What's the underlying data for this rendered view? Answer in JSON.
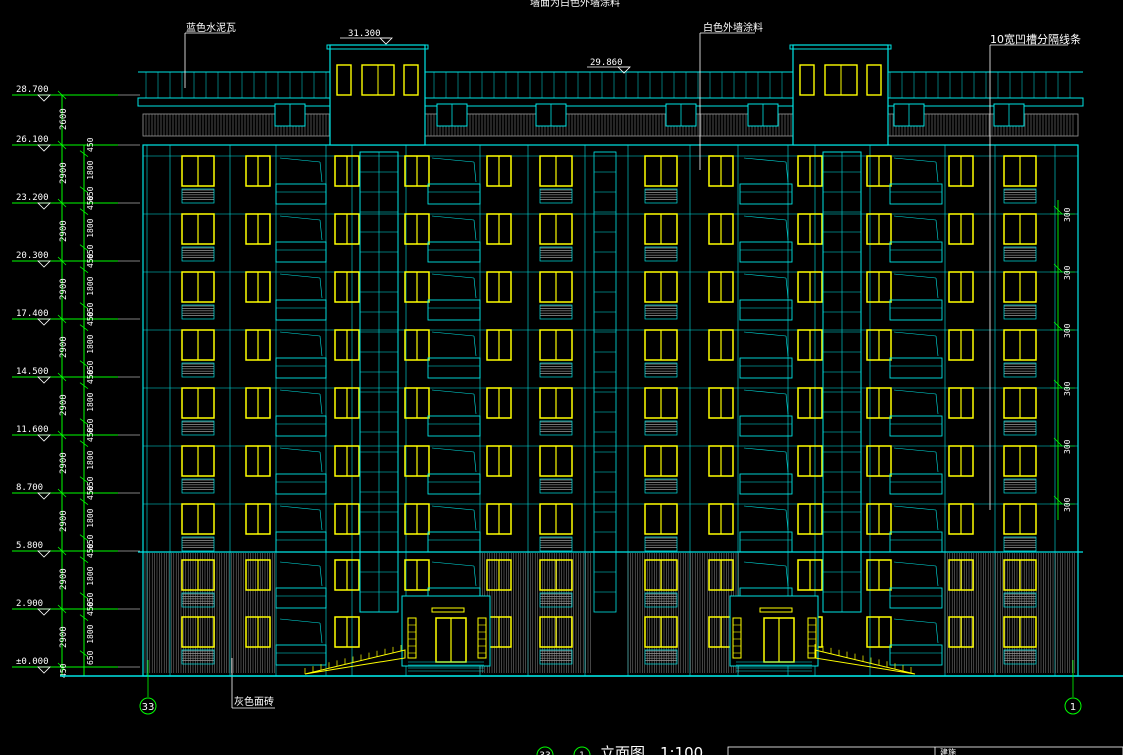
{
  "drawing": {
    "top_note": "墙面为白色外墙涂料",
    "title": "立面图",
    "scale": "1:100",
    "grid_left": "33",
    "grid_right": "1",
    "title_grid_left": "33",
    "title_grid_right": "1",
    "sheet_box_text": "建施"
  },
  "annotations": {
    "roof_tile": "蓝色水泥瓦",
    "wall_paint": "白色外墙涂料",
    "line_strip": "10宽凹槽分隔线条",
    "base_tile": "灰色面砖",
    "tower_top_elev": "31.300",
    "roof_mid_elev": "29.860"
  },
  "elevations": [
    "28.700",
    "26.100",
    "23.200",
    "20.300",
    "17.400",
    "14.500",
    "11.600",
    "8.700",
    "5.800",
    "2.900",
    "±0.000"
  ],
  "left_dims": {
    "floor_heights": [
      "2600",
      "2900",
      "2900",
      "2900",
      "2900",
      "2900",
      "2900",
      "2900",
      "2900",
      "2900"
    ],
    "sub_top": [
      "450",
      "450",
      "450",
      "450",
      "450",
      "450",
      "450",
      "450",
      "450"
    ],
    "sub_mid": [
      "1800",
      "1800",
      "1800",
      "1800",
      "1800",
      "1800",
      "1800",
      "1800",
      "1800"
    ],
    "sub_bot": [
      "650",
      "650",
      "650",
      "650",
      "650",
      "650",
      "650",
      "650",
      "650"
    ],
    "base": "450"
  },
  "right_dims": [
    "300",
    "300",
    "300",
    "300",
    "300",
    "300"
  ],
  "colors": {
    "background": "#000000",
    "cyan": "#00e5e5",
    "yellow": "#ffff00",
    "green": "#00ff00",
    "white": "#ffffff",
    "grey": "#9a9a9a"
  }
}
